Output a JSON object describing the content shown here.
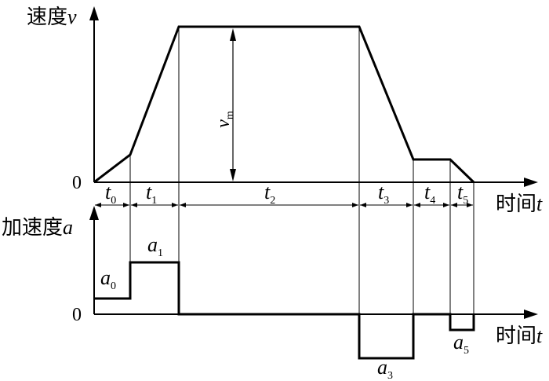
{
  "velocity_axis": {
    "label": "速度",
    "symbol": "v",
    "zero": "0"
  },
  "accel_axis": {
    "label": "加速度",
    "symbol": "a",
    "zero": "0"
  },
  "time_axis": {
    "label": "时间",
    "symbol": "t"
  },
  "vm_label": {
    "symbol": "v",
    "sub": "m"
  },
  "intervals": [
    {
      "symbol": "t",
      "sub": "0"
    },
    {
      "symbol": "t",
      "sub": "1"
    },
    {
      "symbol": "t",
      "sub": "2"
    },
    {
      "symbol": "t",
      "sub": "3"
    },
    {
      "symbol": "t",
      "sub": "4"
    },
    {
      "symbol": "t",
      "sub": "5"
    }
  ],
  "accelerations": [
    {
      "symbol": "a",
      "sub": "0"
    },
    {
      "symbol": "a",
      "sub": "1"
    },
    {
      "symbol": "a",
      "sub": "3"
    },
    {
      "symbol": "a",
      "sub": "5"
    }
  ]
}
